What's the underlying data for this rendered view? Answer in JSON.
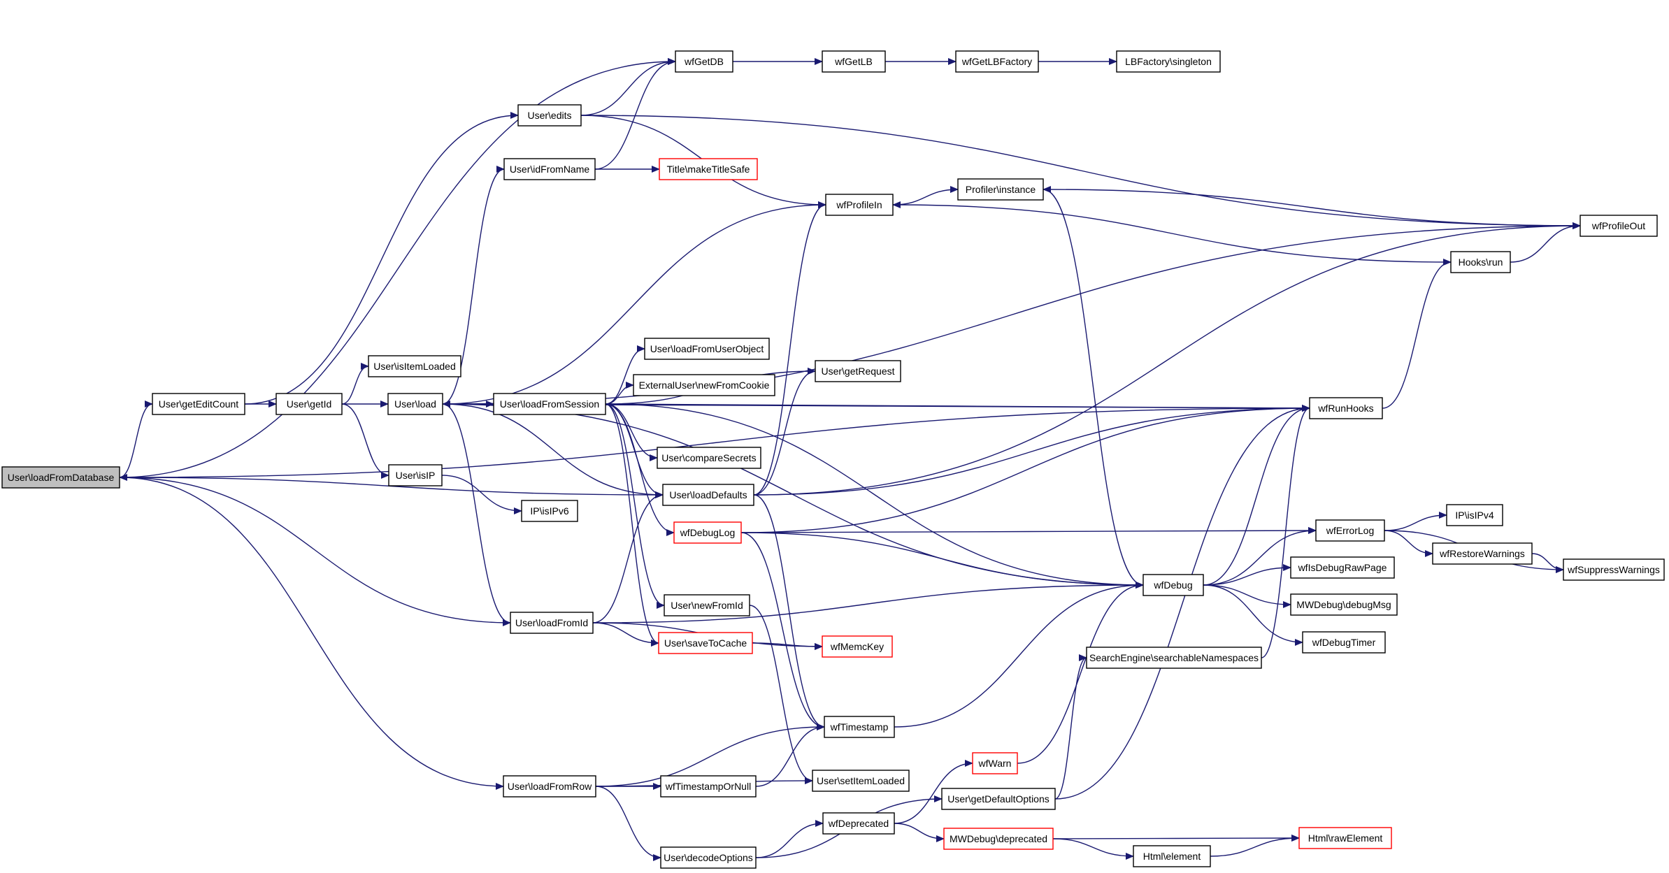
{
  "graph": {
    "root": "User\\loadFromDatabase",
    "edge_color": "#191970",
    "root_fill": "#bfbfbf",
    "highlight_border": "#ff0000",
    "nodes": [
      {
        "id": "root",
        "label": "User\\loadFromDatabase",
        "style": "root"
      },
      {
        "id": "wfGetDB",
        "label": "wfGetDB",
        "style": "normal"
      },
      {
        "id": "wfGetLB",
        "label": "wfGetLB",
        "style": "normal"
      },
      {
        "id": "wfGetLBFactory",
        "label": "wfGetLBFactory",
        "style": "normal"
      },
      {
        "id": "LBsingleton",
        "label": "LBFactory\\singleton",
        "style": "normal"
      },
      {
        "id": "edits",
        "label": "User\\edits",
        "style": "normal"
      },
      {
        "id": "idFromName",
        "label": "User\\idFromName",
        "style": "normal"
      },
      {
        "id": "makeTitleSafe",
        "label": "Title\\makeTitleSafe",
        "style": "red"
      },
      {
        "id": "wfProfileIn",
        "label": "wfProfileIn",
        "style": "normal"
      },
      {
        "id": "profilerInstance",
        "label": "Profiler\\instance",
        "style": "normal"
      },
      {
        "id": "wfProfileOut",
        "label": "wfProfileOut",
        "style": "normal"
      },
      {
        "id": "hooksRun",
        "label": "Hooks\\run",
        "style": "normal"
      },
      {
        "id": "isItemLoaded",
        "label": "User\\isItemLoaded",
        "style": "normal"
      },
      {
        "id": "getEditCount",
        "label": "User\\getEditCount",
        "style": "normal"
      },
      {
        "id": "getId",
        "label": "User\\getId",
        "style": "normal"
      },
      {
        "id": "load",
        "label": "User\\load",
        "style": "normal"
      },
      {
        "id": "loadFromSession",
        "label": "User\\loadFromSession",
        "style": "normal"
      },
      {
        "id": "loadFromUserObject",
        "label": "User\\loadFromUserObject",
        "style": "normal"
      },
      {
        "id": "newFromCookie",
        "label": "ExternalUser\\newFromCookie",
        "style": "normal"
      },
      {
        "id": "getRequest",
        "label": "User\\getRequest",
        "style": "normal"
      },
      {
        "id": "wfRunHooks",
        "label": "wfRunHooks",
        "style": "normal"
      },
      {
        "id": "compareSecrets",
        "label": "User\\compareSecrets",
        "style": "normal"
      },
      {
        "id": "isIP",
        "label": "User\\isIP",
        "style": "normal"
      },
      {
        "id": "loadDefaults",
        "label": "User\\loadDefaults",
        "style": "normal"
      },
      {
        "id": "isIPv6",
        "label": "IP\\isIPv6",
        "style": "normal"
      },
      {
        "id": "wfDebugLog",
        "label": "wfDebugLog",
        "style": "red"
      },
      {
        "id": "wfErrorLog",
        "label": "wfErrorLog",
        "style": "normal"
      },
      {
        "id": "isIPv4",
        "label": "IP\\isIPv4",
        "style": "normal"
      },
      {
        "id": "wfRestoreWarnings",
        "label": "wfRestoreWarnings",
        "style": "normal"
      },
      {
        "id": "wfSuppressWarnings",
        "label": "wfSuppressWarnings",
        "style": "normal"
      },
      {
        "id": "wfDebug",
        "label": "wfDebug",
        "style": "normal"
      },
      {
        "id": "wfIsDebugRawPage",
        "label": "wfIsDebugRawPage",
        "style": "normal"
      },
      {
        "id": "newFromId",
        "label": "User\\newFromId",
        "style": "normal"
      },
      {
        "id": "debugMsg",
        "label": "MWDebug\\debugMsg",
        "style": "normal"
      },
      {
        "id": "loadFromId",
        "label": "User\\loadFromId",
        "style": "normal"
      },
      {
        "id": "saveToCache",
        "label": "User\\saveToCache",
        "style": "red"
      },
      {
        "id": "wfMemcKey",
        "label": "wfMemcKey",
        "style": "red"
      },
      {
        "id": "wfDebugTimer",
        "label": "wfDebugTimer",
        "style": "normal"
      },
      {
        "id": "searchableNamespaces",
        "label": "SearchEngine\\searchableNamespaces",
        "style": "normal"
      },
      {
        "id": "wfTimestamp",
        "label": "wfTimestamp",
        "style": "normal"
      },
      {
        "id": "wfWarn",
        "label": "wfWarn",
        "style": "red"
      },
      {
        "id": "loadFromRow",
        "label": "User\\loadFromRow",
        "style": "normal"
      },
      {
        "id": "wfTimestampOrNull",
        "label": "wfTimestampOrNull",
        "style": "normal"
      },
      {
        "id": "setItemLoaded",
        "label": "User\\setItemLoaded",
        "style": "normal"
      },
      {
        "id": "getDefaultOptions",
        "label": "User\\getDefaultOptions",
        "style": "normal"
      },
      {
        "id": "wfDeprecated",
        "label": "wfDeprecated",
        "style": "normal"
      },
      {
        "id": "mwDeprecated",
        "label": "MWDebug\\deprecated",
        "style": "red"
      },
      {
        "id": "rawElement",
        "label": "Html\\rawElement",
        "style": "red"
      },
      {
        "id": "htmlElement",
        "label": "Html\\element",
        "style": "normal"
      },
      {
        "id": "decodeOptions",
        "label": "User\\decodeOptions",
        "style": "normal"
      }
    ],
    "edges": [
      [
        "root",
        "wfGetDB"
      ],
      [
        "root",
        "wfRunHooks"
      ],
      [
        "root",
        "getEditCount"
      ],
      [
        "root",
        "loadDefaults"
      ],
      [
        "root",
        "loadFromRow"
      ],
      [
        "loadFromId",
        "root"
      ],
      [
        "getEditCount",
        "edits"
      ],
      [
        "getEditCount",
        "getId"
      ],
      [
        "edits",
        "wfGetDB"
      ],
      [
        "edits",
        "wfProfileIn"
      ],
      [
        "edits",
        "wfProfileOut"
      ],
      [
        "wfGetDB",
        "wfGetLB"
      ],
      [
        "wfGetLB",
        "wfGetLBFactory"
      ],
      [
        "wfGetLBFactory",
        "LBsingleton"
      ],
      [
        "idFromName",
        "wfGetDB"
      ],
      [
        "idFromName",
        "makeTitleSafe"
      ],
      [
        "wfProfileIn",
        "profilerInstance"
      ],
      [
        "wfProfileOut",
        "profilerInstance"
      ],
      [
        "profilerInstance",
        "wfDebug"
      ],
      [
        "hooksRun",
        "wfProfileIn"
      ],
      [
        "hooksRun",
        "wfProfileOut"
      ],
      [
        "wfRunHooks",
        "hooksRun"
      ],
      [
        "getId",
        "isItemLoaded"
      ],
      [
        "getId",
        "load"
      ],
      [
        "getId",
        "isIP"
      ],
      [
        "load",
        "idFromName"
      ],
      [
        "load",
        "wfProfileIn"
      ],
      [
        "load",
        "wfProfileOut"
      ],
      [
        "load",
        "loadFromSession"
      ],
      [
        "load",
        "loadDefaults"
      ],
      [
        "load",
        "loadFromId"
      ],
      [
        "load",
        "wfRunHooks"
      ],
      [
        "loadFromSession",
        "loadFromUserObject"
      ],
      [
        "loadFromSession",
        "newFromCookie"
      ],
      [
        "loadFromSession",
        "getRequest"
      ],
      [
        "loadFromSession",
        "compareSecrets"
      ],
      [
        "loadFromSession",
        "loadDefaults"
      ],
      [
        "loadFromSession",
        "wfDebugLog"
      ],
      [
        "loadFromSession",
        "newFromId"
      ],
      [
        "loadFromSession",
        "wfRunHooks"
      ],
      [
        "loadFromSession",
        "wfDebug"
      ],
      [
        "loadFromSession",
        "saveToCache"
      ],
      [
        "wfDebug",
        "load"
      ],
      [
        "isIP",
        "isIPv6"
      ],
      [
        "loadDefaults",
        "wfProfileIn"
      ],
      [
        "loadDefaults",
        "getRequest"
      ],
      [
        "loadDefaults",
        "wfRunHooks"
      ],
      [
        "loadDefaults",
        "wfProfileOut"
      ],
      [
        "loadDefaults",
        "wfTimestamp"
      ],
      [
        "wfDebugLog",
        "wfRunHooks"
      ],
      [
        "wfDebugLog",
        "wfErrorLog"
      ],
      [
        "wfDebugLog",
        "wfDebug"
      ],
      [
        "wfDebugLog",
        "wfTimestamp"
      ],
      [
        "wfErrorLog",
        "isIPv4"
      ],
      [
        "wfErrorLog",
        "wfRestoreWarnings"
      ],
      [
        "wfErrorLog",
        "wfSuppressWarnings"
      ],
      [
        "wfRestoreWarnings",
        "wfSuppressWarnings"
      ],
      [
        "wfDebug",
        "wfRunHooks"
      ],
      [
        "wfDebug",
        "wfErrorLog"
      ],
      [
        "wfDebug",
        "wfIsDebugRawPage"
      ],
      [
        "wfDebug",
        "debugMsg"
      ],
      [
        "wfDebug",
        "wfDebugTimer"
      ],
      [
        "loadFromId",
        "loadDefaults"
      ],
      [
        "loadFromId",
        "saveToCache"
      ],
      [
        "loadFromId",
        "wfMemcKey"
      ],
      [
        "loadFromId",
        "wfDebug"
      ],
      [
        "saveToCache",
        "wfMemcKey"
      ],
      [
        "newFromId",
        "setItemLoaded"
      ],
      [
        "searchableNamespaces",
        "wfRunHooks"
      ],
      [
        "wfTimestamp",
        "wfDebug"
      ],
      [
        "wfWarn",
        "wfDebug"
      ],
      [
        "loadFromRow",
        "wfTimestamp"
      ],
      [
        "loadFromRow",
        "wfTimestampOrNull"
      ],
      [
        "loadFromRow",
        "setItemLoaded"
      ],
      [
        "loadFromRow",
        "decodeOptions"
      ],
      [
        "wfTimestampOrNull",
        "wfTimestamp"
      ],
      [
        "getDefaultOptions",
        "searchableNamespaces"
      ],
      [
        "getDefaultOptions",
        "wfRunHooks"
      ],
      [
        "wfDeprecated",
        "wfWarn"
      ],
      [
        "wfDeprecated",
        "mwDeprecated"
      ],
      [
        "mwDeprecated",
        "rawElement"
      ],
      [
        "mwDeprecated",
        "htmlElement"
      ],
      [
        "htmlElement",
        "rawElement"
      ],
      [
        "decodeOptions",
        "wfDeprecated"
      ],
      [
        "decodeOptions",
        "getDefaultOptions"
      ]
    ]
  }
}
